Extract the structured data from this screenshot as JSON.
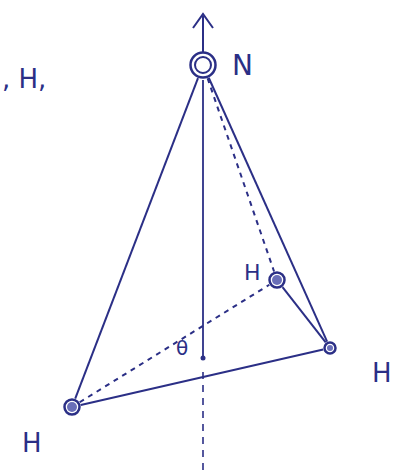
{
  "diagram": {
    "nodes": [
      {
        "text": [
          "N"
        ]
      },
      {
        "text": [
          "H"
        ]
      },
      {
        "text": [
          "H"
        ]
      },
      {
        "text": [
          "H"
        ]
      }
    ],
    "edges": [
      {
        "from": 0,
        "to": 2,
        "arrow": "none"
      },
      {
        "from": 0,
        "to": 3,
        "arrow": "none"
      },
      {
        "from": 0,
        "to": 1,
        "arrow": "none"
      },
      {
        "from": 2,
        "to": 3,
        "arrow": "none"
      },
      {
        "from": 2,
        "to": 1,
        "arrow": "none"
      },
      {
        "from": 1,
        "to": 3,
        "arrow": "none"
      }
    ],
    "labels": [
      ", H,",
      "θ"
    ]
  }
}
